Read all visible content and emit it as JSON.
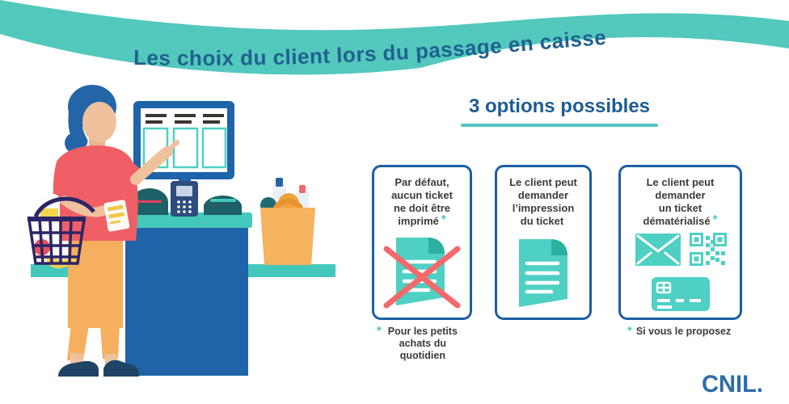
{
  "banner": {
    "title": "Les choix du client lors du passage en caisse"
  },
  "options": {
    "heading": "3 options possibles",
    "cards": [
      {
        "lines": [
          "Par défaut,",
          "aucun ticket",
          "ne doit être",
          "imprimé"
        ],
        "star": "*",
        "icon": "crossed-receipt-icon"
      },
      {
        "lines": [
          "Le client peut",
          "demander",
          "l’impression",
          "du ticket"
        ],
        "star": "",
        "icon": "receipt-icon"
      },
      {
        "lines": [
          "Le client peut",
          "demander",
          "un ticket",
          "dématérialisé"
        ],
        "star": "*",
        "icon": "envelope-qr-payment-card-icons"
      }
    ],
    "footnotes": [
      {
        "star": "*",
        "lines": [
          "Pour les petits",
          "achats du",
          "quotidien"
        ]
      },
      {
        "star": "*",
        "lines": [
          "Si vous le proposez"
        ]
      }
    ]
  },
  "illustration": {
    "name": "customer-at-self-checkout"
  },
  "logo": {
    "text": "CNIL."
  },
  "colors": {
    "ribbon_teal": "#53C8BD",
    "banner_text_blue": "#20618F",
    "heading_blue": "#1E5C94",
    "card_border_blue": "#1C5FA4",
    "card_text": "#3F3A39",
    "icon_teal": "#4ED0C3",
    "icon_teal_dark": "#2BB0A0",
    "star_teal": "#45CAC6",
    "cross_red": "#F4696B",
    "counter_blue": "#1F63A8",
    "counter_top_teal": "#45C8BC",
    "logo_blue": "#2E6CA8"
  }
}
